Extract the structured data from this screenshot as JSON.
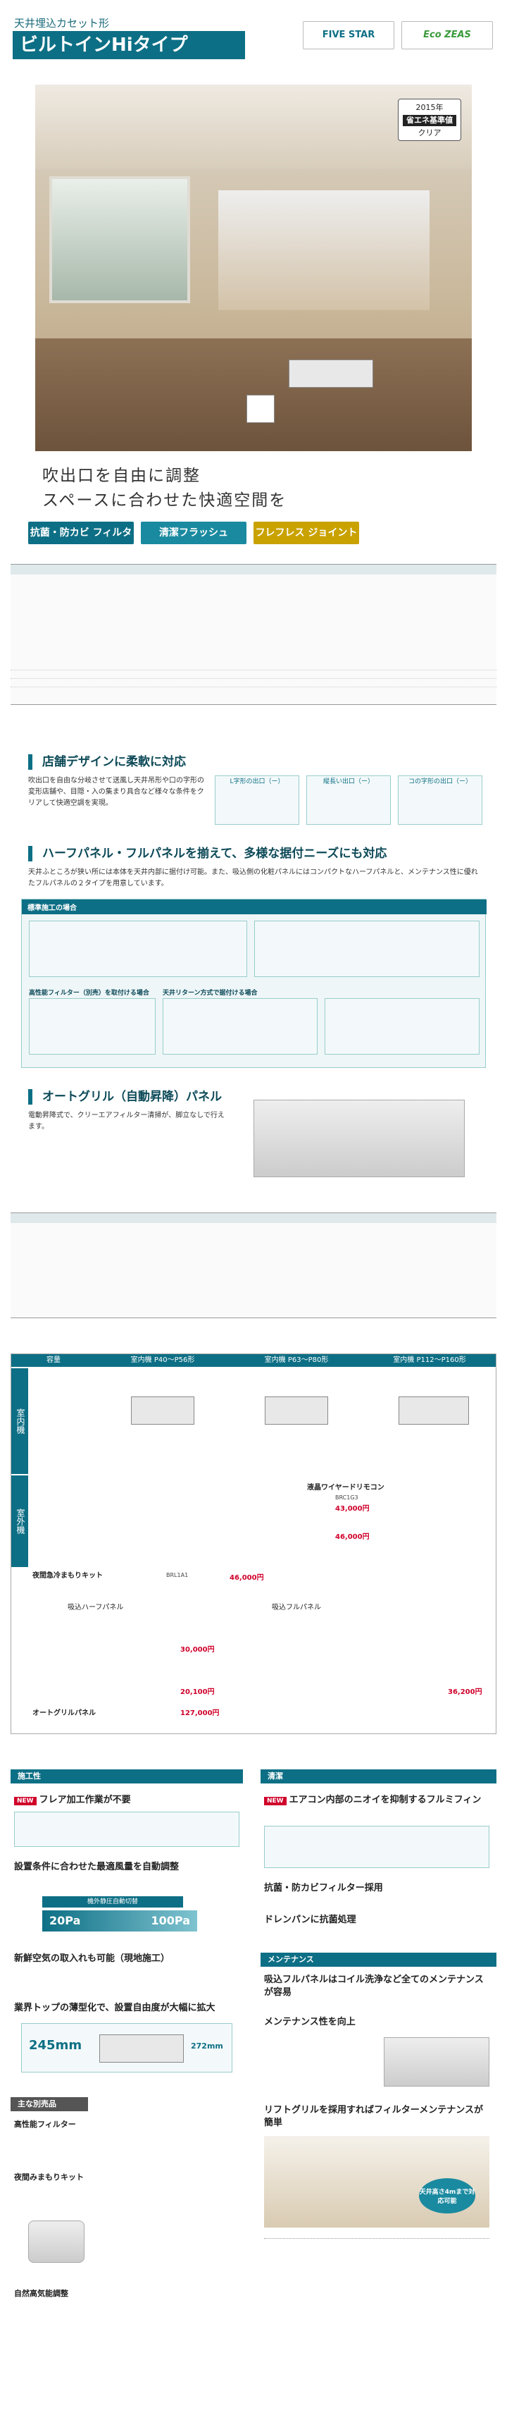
{
  "header": {
    "category": "天井埋込カセット形",
    "title": "ビルトインHiタイプ",
    "logo1": "FIVE STAR",
    "logo2": "Eco ZEAS"
  },
  "eco": {
    "year": "2015年",
    "line1": "省エネ基準値",
    "line2": "クリア"
  },
  "catch": {
    "line1": "吹出口を自由に調整",
    "line2": "スペースに合わせた快適空間を"
  },
  "features": [
    "抗菌・防カビ フィルター",
    "清潔フラッシュ",
    "フレフレス ジョイント"
  ],
  "sections": {
    "shop": {
      "title": "店舗デザインに柔軟に対応",
      "body": "吹出口を自由な分岐させて送風し天井吊形や口の字形の変形店舗や、目隠・入の集まり具合など様々な条件をクリアして快適空調を実現。",
      "opt1": "L字形の出口（ー）",
      "opt2": "縦長い出口（ー）",
      "opt3": "コの字形の出口（ー）"
    },
    "panel": {
      "title": "ハーフパネル・フルパネルを揃えて、多様な据付ニーズにも対応",
      "body": "天井ふところが狭い所には本体を天井内部に据付け可能。また、吸込側の化粧パネルにはコンパクトなハーフパネルと、メンテナンス性に優れたフルパネルの２タイプを用意しています。",
      "band": "標準施工の場合",
      "tag1": "高性能フィルター（別売）を取付ける場合",
      "tag2": "天井リターン方式で据付ける場合"
    },
    "grille": {
      "title": "オートグリル（自動昇降）パネル",
      "body": "電動昇降式で、クリーエアフィルター清掃が、脚立なしで行えます。"
    }
  },
  "table": {
    "head1": "容量",
    "head2": "室内機 P40〜P56形",
    "head3": "室内機 P63〜P80形",
    "head4": "室内機 P112〜P160形",
    "side1": "室内機",
    "side2": "室外機",
    "remote": "液晶ワイヤードリモコン",
    "remote_code": "BRC1G3",
    "remote_price": "43,000円",
    "remote_price2": "46,000円",
    "lamp": "夜間急冷まもりキット",
    "lamp_code": "BRL1A1",
    "lamp_price": "46,000円",
    "panel_h": "吸込ハーフパネル",
    "panel_f": "吸込フルパネル",
    "panel_g": "オートグリルパネル",
    "price_a": "30,000円",
    "price_b": "20,100円",
    "price_c": "127,000円",
    "price_d": "36,200円"
  },
  "bottom": {
    "left_bar": "施工性",
    "right_bar": "清潔",
    "maint_bar": "メンテナンス",
    "opt_bar": "主な別売品",
    "l1": "フレア加工作業が不要",
    "l2": "設置条件に合わせた最適風量を自動調整",
    "l2_sub": "機外静圧自動切替",
    "l2_a": "20Pa",
    "l2_b": "100Pa",
    "l3": "新鮮空気の取入れも可能（現地施工）",
    "l4": "業界トップの薄型化で、設置自由度が大幅に拡大",
    "l4_a": "245mm",
    "l4_b": "272mm",
    "r1": "エアコン内部のニオイを抑制するフルミフィン",
    "r2": "抗菌・防カビフィルター採用",
    "r3": "ドレンパンに抗菌処理",
    "m1": "吸込フルパネルはコイル洗浄など全てのメンテナンスが容易",
    "m2": "メンテナンス性を向上",
    "m3": "リフトグリルを採用すればフィルターメンテナンスが簡単",
    "o1": "高性能フィルター",
    "o2": "夜間みまもりキット",
    "o3": "自然高気能調整",
    "tag_up": "天井高さ4mまで対応可能"
  }
}
